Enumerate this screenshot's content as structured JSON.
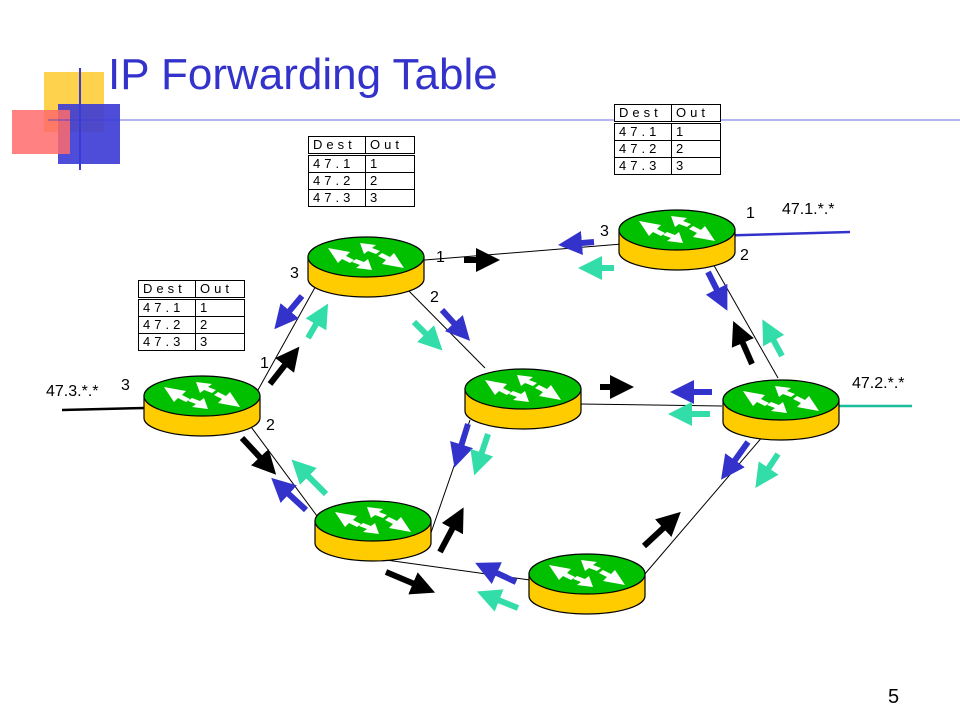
{
  "title": "IP Forwarding Table",
  "page_number": "5",
  "table_header": {
    "dest": "Dest",
    "out": "Out"
  },
  "forwarding_tables": [
    {
      "rows": [
        {
          "dest": "47.1",
          "out": "1"
        },
        {
          "dest": "47.2",
          "out": "2"
        },
        {
          "dest": "47.3",
          "out": "3"
        }
      ]
    },
    {
      "rows": [
        {
          "dest": "47.1",
          "out": "1"
        },
        {
          "dest": "47.2",
          "out": "2"
        },
        {
          "dest": "47.3",
          "out": "3"
        }
      ]
    },
    {
      "rows": [
        {
          "dest": "47.1",
          "out": "1"
        },
        {
          "dest": "47.2",
          "out": "2"
        },
        {
          "dest": "47.3",
          "out": "3"
        }
      ]
    }
  ],
  "networks": {
    "net1": "47.1.*.*",
    "net2": "47.2.*.*",
    "net3": "47.3.*.*"
  },
  "port_labels": {
    "left_router": {
      "p1": "1",
      "p2": "2",
      "p3": "3"
    },
    "top_router": {
      "p1": "1",
      "p2": "2",
      "p3": "3"
    },
    "right_router": {
      "p1": "1",
      "p2": "2",
      "p3": "3"
    }
  },
  "colors": {
    "title": "#3333cc",
    "router_top": "#00c000",
    "router_body": "#ffcc00",
    "link": "#000000",
    "arrow_black": "#000000",
    "arrow_blue": "#3333cc",
    "arrow_teal": "#33ddaa",
    "net2_line": "#1abc9c",
    "net1_line": "#3333cc"
  },
  "icons": {
    "router": "router-icon",
    "logo": "slide-logo-icon"
  }
}
